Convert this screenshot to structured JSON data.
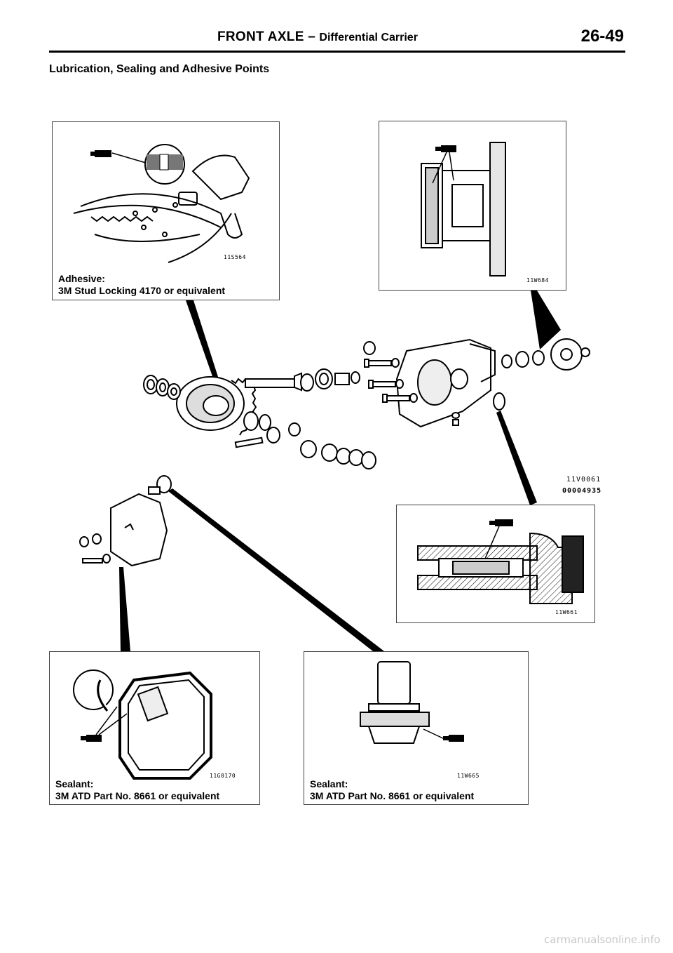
{
  "header": {
    "title_main": "FRONT AXLE –",
    "title_sub": "Differential Carrier",
    "page_number": "26-49"
  },
  "section_title": "Lubrication, Sealing and Adhesive Points",
  "panels": {
    "top_left": {
      "caption_line1": "Adhesive:",
      "caption_line2": "3M Stud Locking 4170 or equivalent",
      "code": "11S564"
    },
    "top_right": {
      "code": "11W684"
    },
    "middle_right": {
      "code": "11W661"
    },
    "bottom_left": {
      "caption_line1": "Sealant:",
      "caption_line2": "3M ATD Part No. 8661 or equivalent",
      "code": "11G0170"
    },
    "bottom_right": {
      "caption_line1": "Sealant:",
      "caption_line2": "3M ATD Part No. 8661 or equivalent",
      "code": "11W665"
    }
  },
  "exploded_view": {
    "code_line1": "11V0061",
    "code_line2": "00004935"
  },
  "footer": "carmanualsonline.info"
}
